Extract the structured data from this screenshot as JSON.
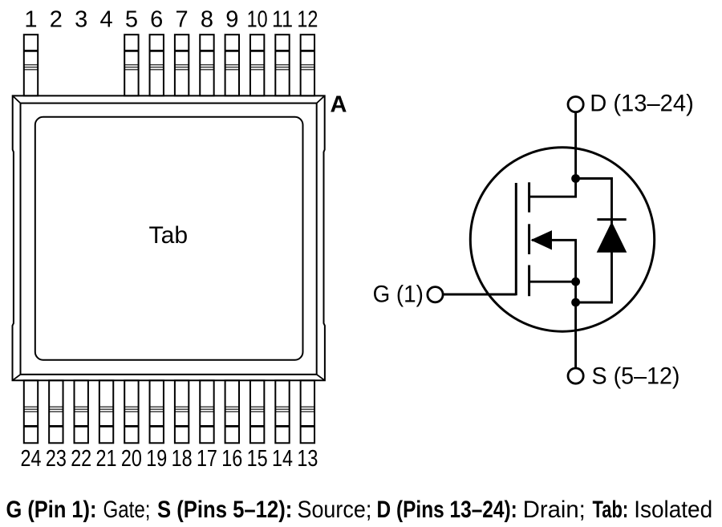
{
  "figure": {
    "package": {
      "top_labels": [
        "1",
        "2",
        "3",
        "4",
        "5",
        "6",
        "7",
        "8",
        "9",
        "10",
        "11",
        "12"
      ],
      "top_pins_present": [
        true,
        false,
        false,
        false,
        true,
        true,
        true,
        true,
        true,
        true,
        true,
        true
      ],
      "bottom_labels": [
        "24",
        "23",
        "22",
        "21",
        "20",
        "19",
        "18",
        "17",
        "16",
        "15",
        "14",
        "13"
      ],
      "tab_label": "Tab",
      "view_label": "A"
    },
    "schematic": {
      "drain_label": "D (13–24)",
      "gate_label": "G (1)",
      "source_label": "S (5–12)"
    },
    "caption": {
      "segments": [
        {
          "text": "G (Pin 1):",
          "bold": true
        },
        {
          "text": "Gate;",
          "bold": false
        },
        {
          "text": "S (Pins 5–12):",
          "bold": true
        },
        {
          "text": "Source;",
          "bold": false
        },
        {
          "text": "D (Pins 13–24):",
          "bold": true
        },
        {
          "text": "Drain;",
          "bold": false
        },
        {
          "text": "Tab:",
          "bold": true
        },
        {
          "text": "Isolated",
          "bold": false
        }
      ]
    }
  },
  "colors": {
    "ink": "#000000",
    "background": "#ffffff"
  }
}
